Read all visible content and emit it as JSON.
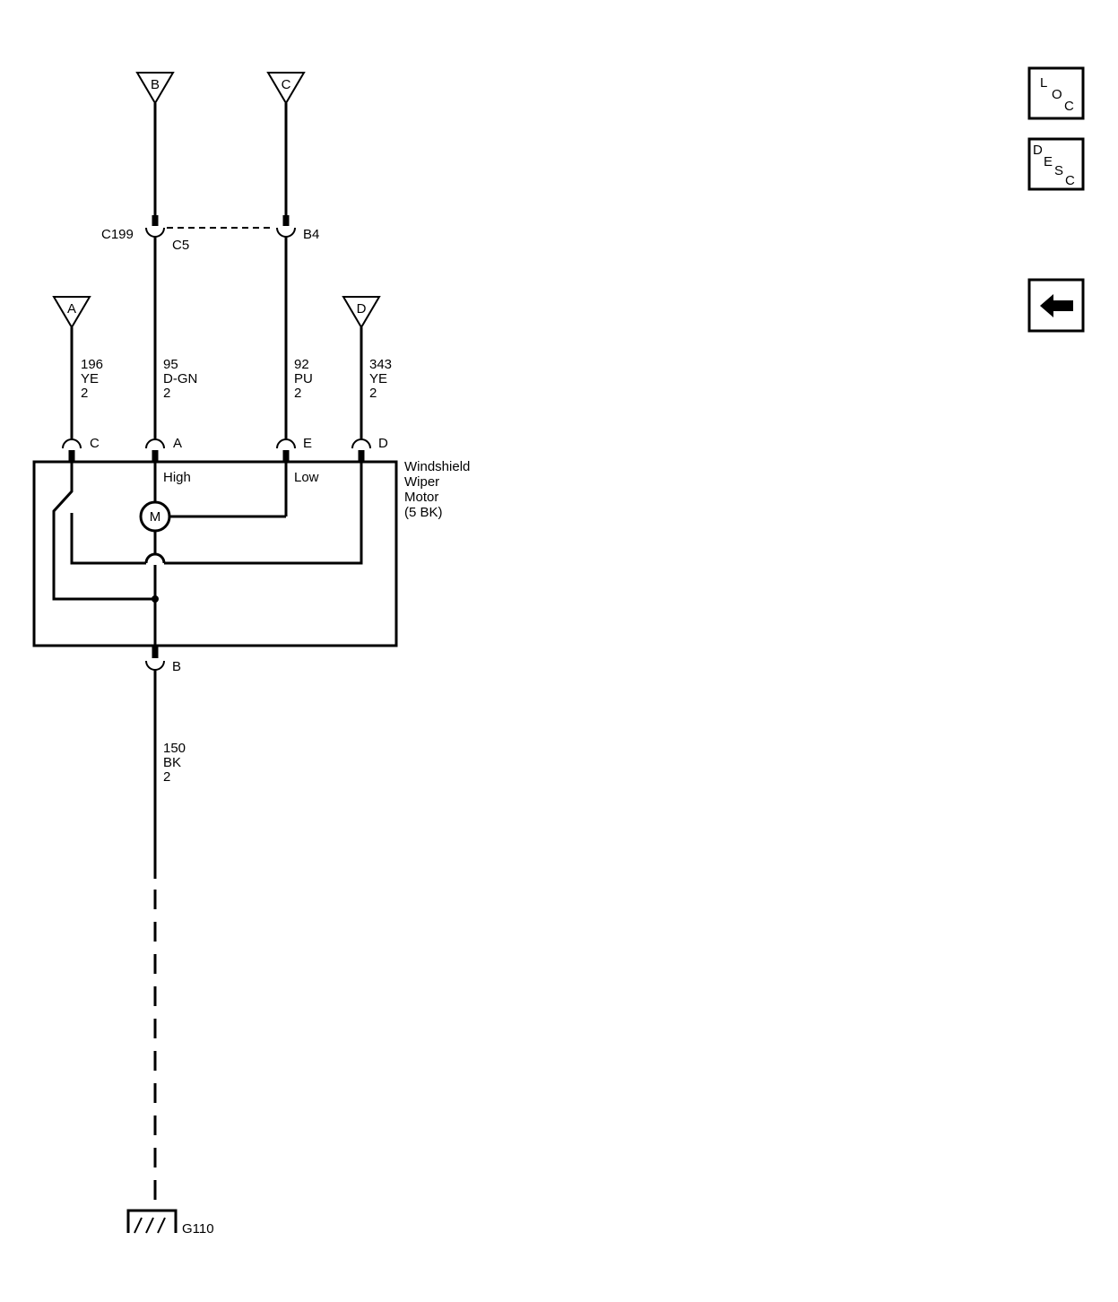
{
  "offpage_connectors": {
    "a": "A",
    "b": "B",
    "c": "C",
    "d": "D"
  },
  "inline_connector": {
    "name": "C199",
    "pin_left": "C5",
    "pin_right": "B4"
  },
  "wires": {
    "a": {
      "circuit": "196",
      "color": "YE",
      "size": "2"
    },
    "b": {
      "circuit": "95",
      "color": "D-GN",
      "size": "2"
    },
    "c": {
      "circuit": "92",
      "color": "PU",
      "size": "2"
    },
    "d": {
      "circuit": "343",
      "color": "YE",
      "size": "2"
    },
    "ground": {
      "circuit": "150",
      "color": "BK",
      "size": "2"
    }
  },
  "motor_pins": {
    "c": "C",
    "a": "A",
    "e": "E",
    "d": "D",
    "b": "B"
  },
  "component": {
    "name_line1": "Windshield",
    "name_line2": "Wiper",
    "name_line3": "Motor",
    "connector": "(5 BK)",
    "high_label": "High",
    "low_label": "Low",
    "motor_symbol": "M"
  },
  "ground": {
    "name": "G110",
    "icon": "ground-icon"
  },
  "nav": {
    "loc": {
      "l1": "L",
      "l2": "O",
      "l3": "C"
    },
    "desc": {
      "l1": "D",
      "l2": "E",
      "l3": "S",
      "l4": "C"
    },
    "back_icon": "arrow-left-icon"
  }
}
